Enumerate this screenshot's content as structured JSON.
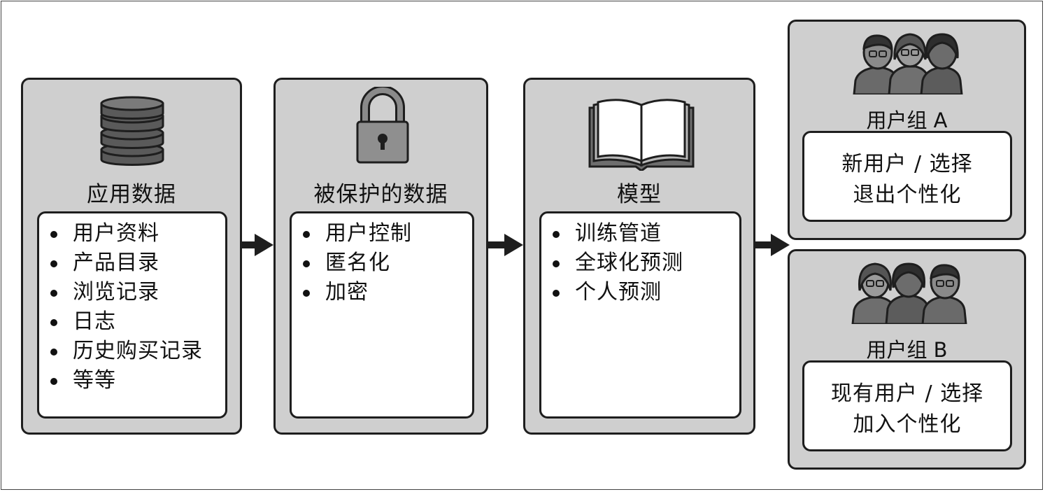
{
  "stages": [
    {
      "title": "应用数据",
      "icon": "database-icon",
      "items": [
        "用户资料",
        "产品目录",
        "浏览记录",
        "日志",
        "历史购买记录",
        "等等"
      ]
    },
    {
      "title": "被保护的数据",
      "icon": "padlock-icon",
      "items": [
        "用户控制",
        "匿名化",
        "加密"
      ]
    },
    {
      "title": "模型",
      "icon": "open-book-icon",
      "items": [
        "训练管道",
        "全球化预测",
        "个人预测"
      ]
    }
  ],
  "groups": [
    {
      "label": "用户组 A",
      "icon": "user-group-icon",
      "line1": "新用户 / 选择",
      "line2": "退出个性化"
    },
    {
      "label": "用户组 B",
      "icon": "user-group-icon",
      "line1": "现有用户 / 选择",
      "line2": "加入个性化"
    }
  ],
  "colors": {
    "panel": "#cfcfcf",
    "border": "#1e1e1e",
    "inner": "#ffffff",
    "icon_dark": "#555555"
  }
}
